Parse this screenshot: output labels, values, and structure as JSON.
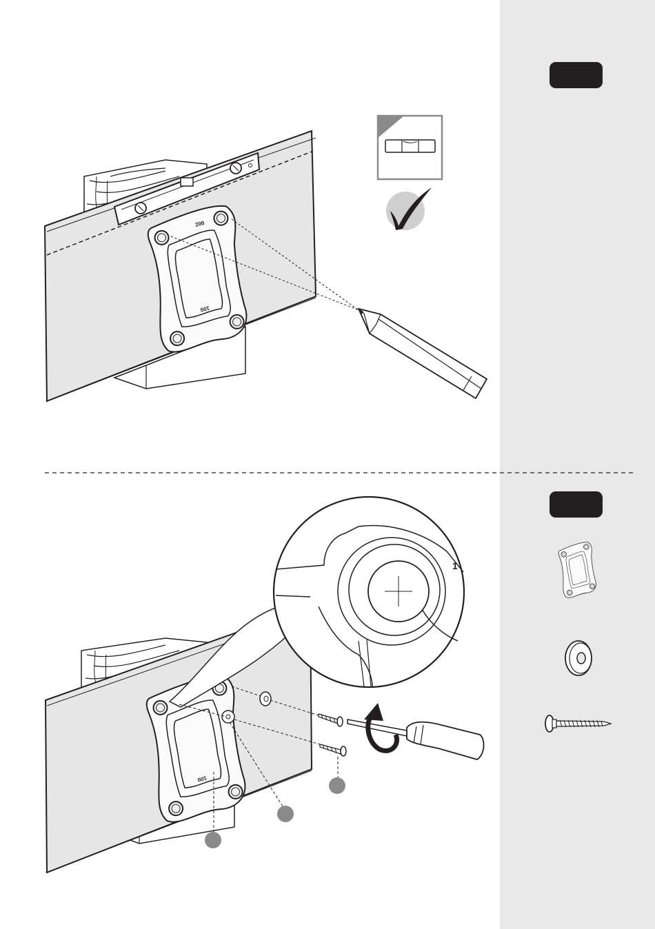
{
  "steps": [
    {
      "step_label": "",
      "level_check": "level-ok",
      "tools": [
        "spirit-level",
        "pencil"
      ]
    },
    {
      "step_label": "",
      "tools": [
        "screwdriver"
      ],
      "callouts": [
        "",
        "",
        ""
      ]
    }
  ],
  "parts": [
    "wall-plate",
    "washer",
    "screw"
  ],
  "plate_markings": {
    "top": "200",
    "bottom": "100"
  },
  "zoom_marking": "1",
  "colors": {
    "wall": "#e6e6e6",
    "sidebar": "#e8e8e8",
    "badge": "#231f20",
    "callout": "#8a8a8a",
    "line": "#231f20"
  },
  "icons": [
    "check-icon",
    "rotate-arrow-icon"
  ]
}
